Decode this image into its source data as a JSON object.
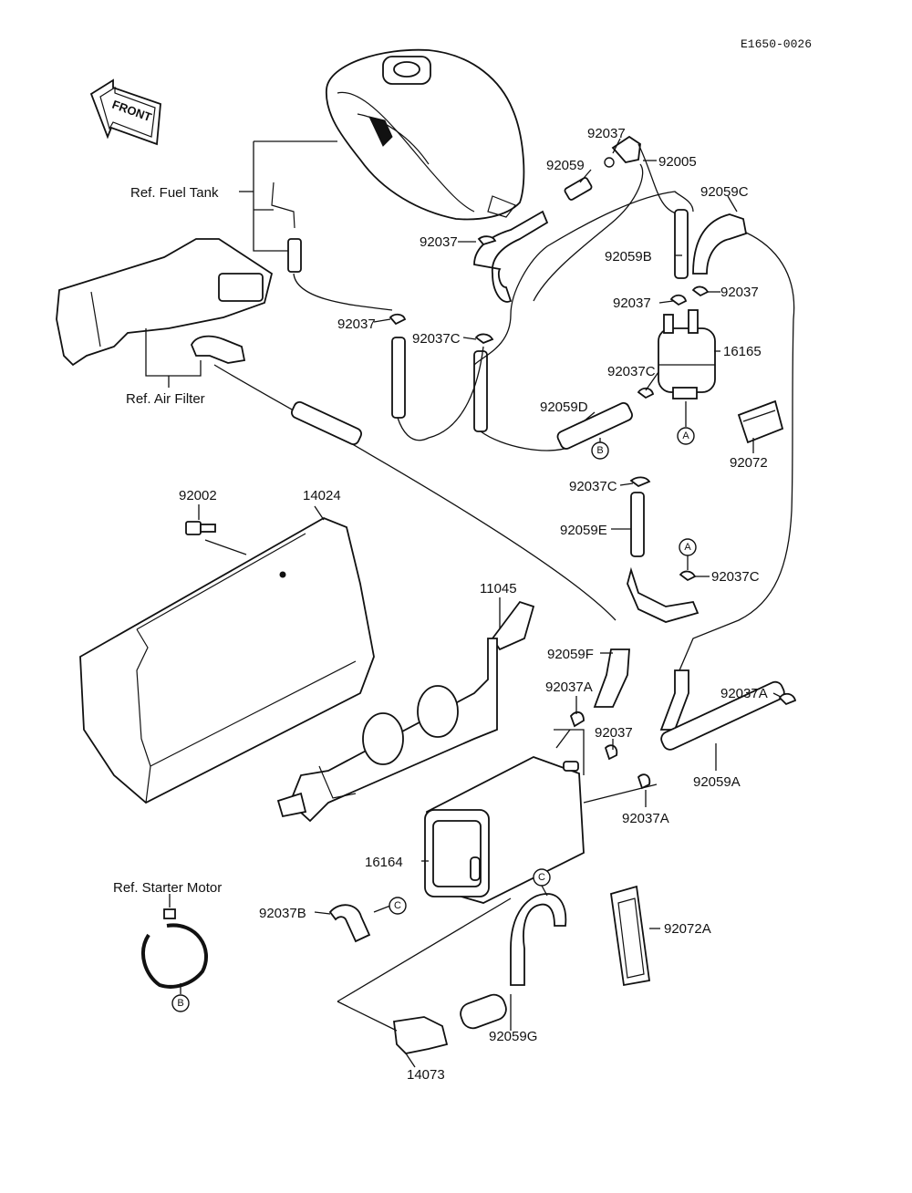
{
  "diagram_code": "E1650-0026",
  "front_arrow": {
    "text": "FRONT",
    "icon": "front-arrow-icon"
  },
  "references": {
    "fuel_tank": "Ref. Fuel Tank",
    "air_filter": "Ref. Air Filter",
    "starter_motor": "Ref. Starter Motor"
  },
  "parts": [
    {
      "id": "p1",
      "label": "92037"
    },
    {
      "id": "p2",
      "label": "92005"
    },
    {
      "id": "p3",
      "label": "92059"
    },
    {
      "id": "p4",
      "label": "92059C"
    },
    {
      "id": "p5",
      "label": "92037"
    },
    {
      "id": "p6",
      "label": "92059B"
    },
    {
      "id": "p7",
      "label": "92037"
    },
    {
      "id": "p8",
      "label": "92037"
    },
    {
      "id": "p9",
      "label": "92037"
    },
    {
      "id": "p10",
      "label": "92037C"
    },
    {
      "id": "p11",
      "label": "16165"
    },
    {
      "id": "p12",
      "label": "92037C"
    },
    {
      "id": "p13",
      "label": "92059D"
    },
    {
      "id": "p14",
      "label": "92072"
    },
    {
      "id": "p15",
      "label": "92002"
    },
    {
      "id": "p16",
      "label": "14024"
    },
    {
      "id": "p17",
      "label": "92037C"
    },
    {
      "id": "p18",
      "label": "92059E"
    },
    {
      "id": "p19",
      "label": "92037C"
    },
    {
      "id": "p20",
      "label": "11045"
    },
    {
      "id": "p21",
      "label": "92059F"
    },
    {
      "id": "p22",
      "label": "92037A"
    },
    {
      "id": "p23",
      "label": "92037A"
    },
    {
      "id": "p24",
      "label": "92037"
    },
    {
      "id": "p25",
      "label": "92059A"
    },
    {
      "id": "p26",
      "label": "92037A"
    },
    {
      "id": "p27",
      "label": "16164"
    },
    {
      "id": "p28",
      "label": "92037B"
    },
    {
      "id": "p29",
      "label": "92072A"
    },
    {
      "id": "p30",
      "label": "92059G"
    },
    {
      "id": "p31",
      "label": "14073"
    }
  ],
  "connection_markers": [
    {
      "id": "mA1",
      "letter": "A"
    },
    {
      "id": "mA2",
      "letter": "A"
    },
    {
      "id": "mB1",
      "letter": "B"
    },
    {
      "id": "mB2",
      "letter": "B"
    },
    {
      "id": "mC1",
      "letter": "C"
    },
    {
      "id": "mC2",
      "letter": "C"
    }
  ]
}
